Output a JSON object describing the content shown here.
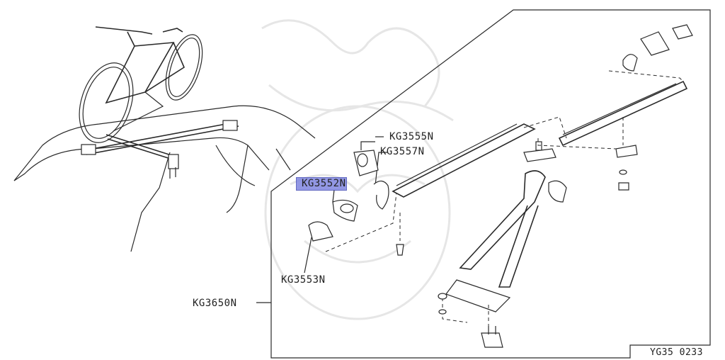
{
  "diagram": {
    "callouts": {
      "kg3555n": "KG3555N",
      "kg3557n": "KG3557N",
      "kg3552n_part1": "KG355",
      "kg3552n_part2": "2N",
      "kg3553n": "KG3553N",
      "kg3650n": "KG3650N"
    },
    "figure_code": "YG35 0233",
    "highlight_color": "#7f86e0"
  }
}
